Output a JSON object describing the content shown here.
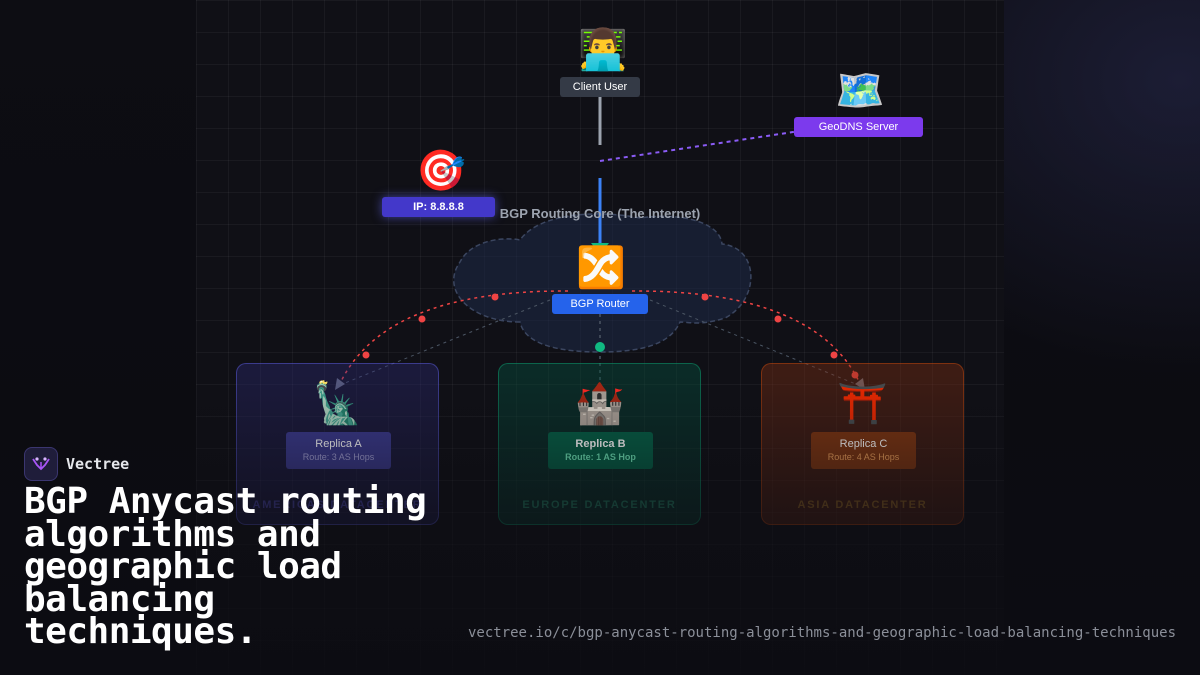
{
  "diagram": {
    "client": {
      "icon": "technologist-icon",
      "label": "Client User"
    },
    "geodns": {
      "icon": "world-map-icon",
      "label": "GeoDNS Server"
    },
    "anycast_ip": {
      "icon": "target-icon",
      "label": "IP: 8.8.8.8"
    },
    "core": {
      "label": "BGP Routing Core (The Internet)"
    },
    "router": {
      "icon": "shuffle-icon",
      "label": "BGP Router"
    },
    "datacenters": [
      {
        "icon": "statue-of-liberty-icon",
        "replica": "Replica A",
        "route": "Route: 3 AS Hops",
        "region": "AMERICAS DATACENTER",
        "color": "#6366f1"
      },
      {
        "icon": "castle-icon",
        "replica": "Replica B",
        "route": "Route: 1 AS Hop",
        "region": "EUROPE DATACENTER",
        "color": "#10b981"
      },
      {
        "icon": "torii-icon",
        "replica": "Replica C",
        "route": "Route: 4 AS Hops",
        "region": "ASIA DATACENTER",
        "color": "#ea580c"
      }
    ]
  },
  "brand": {
    "name": "Vectree",
    "accent": "#a855f7"
  },
  "headline": "BGP Anycast routing algorithms and geographic load balancing techniques.",
  "url": "vectree.io/c/bgp-anycast-routing-algorithms-and-geographic-load-balancing-techniques"
}
